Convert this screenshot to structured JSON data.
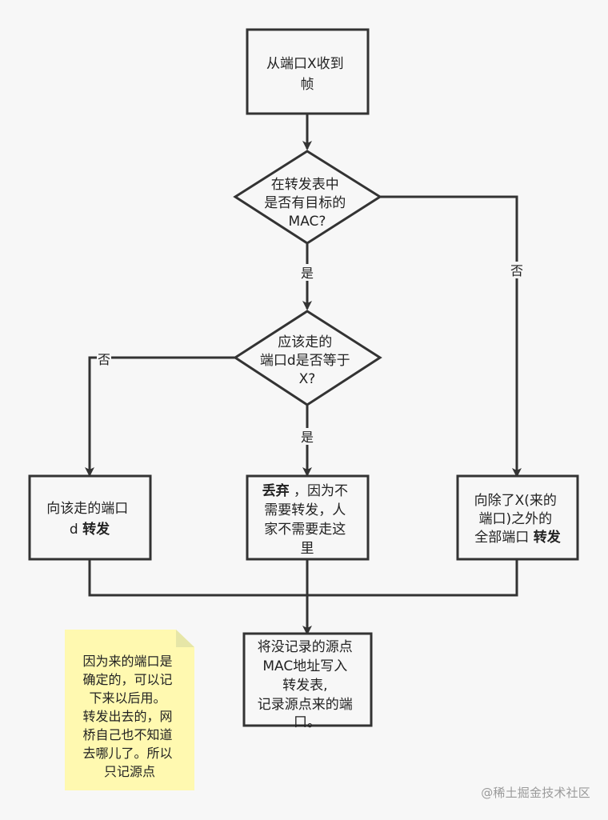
{
  "flowchart": {
    "start": {
      "lines": [
        "从端口X收到",
        "帧"
      ]
    },
    "decision_mac": {
      "lines": [
        "在转发表中",
        "是否有目标的",
        "MAC?"
      ]
    },
    "decision_port": {
      "lines": [
        "应该走的",
        "端口d是否等于",
        "X?"
      ]
    },
    "forward_d": {
      "line1": "向该走的端口",
      "line2_normal": "d",
      "line2_bold": "转发"
    },
    "discard": {
      "line1_bold": "丢弃",
      "line1_normal": "，因为不",
      "line2": "需要转发，人",
      "line3": "家不需要走这",
      "line4": "里"
    },
    "flood": {
      "line1": "向除了X(来的",
      "line2": "端口)之外的",
      "line3_normal": "全部端口",
      "line3_bold": "转发"
    },
    "record": {
      "lines": [
        "将没记录的源点",
        "MAC地址写入",
        "转发表,",
        "记录源点来的端",
        "口。"
      ]
    },
    "labels": {
      "yes_1": "是",
      "no_1": "否",
      "no_2": "否",
      "yes_2": "是"
    },
    "note": {
      "lines": [
        "因为来的端口是",
        "确定的，可以记",
        "下来以后用。",
        "转发出去的，网",
        "桥自己也不知道",
        "去哪儿了。所以",
        "只记源点"
      ]
    }
  },
  "watermark": "@稀土掘金技术社区",
  "colors": {
    "background": "#f7f7f7",
    "stroke": "#333333",
    "note_fill": "#fff9b0"
  }
}
